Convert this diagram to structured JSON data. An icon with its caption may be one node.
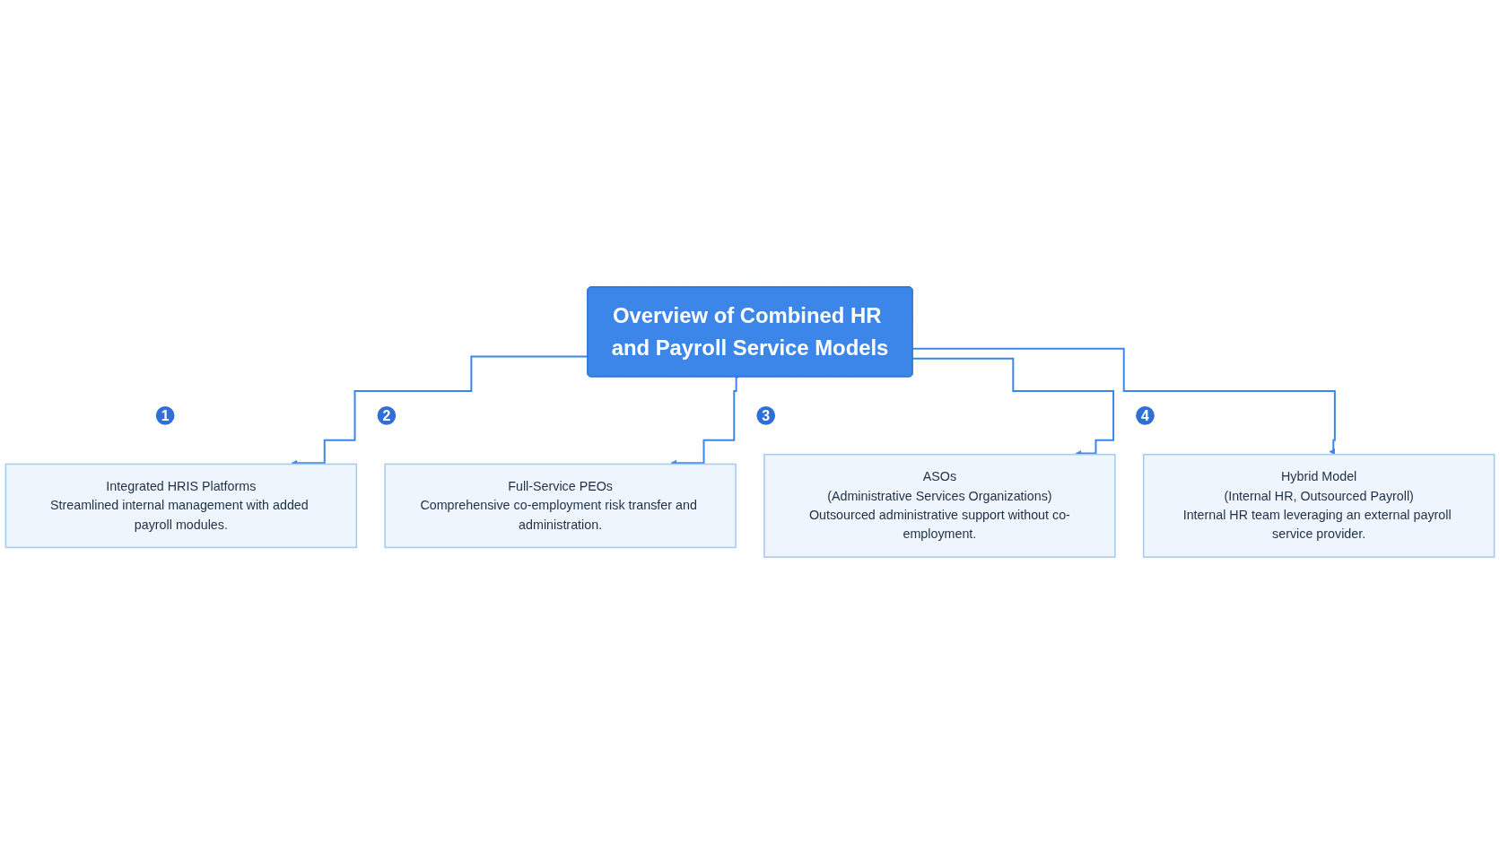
{
  "diagram": {
    "nodes": [
      {
        "text": [
          "Overview of Combined HR and Payroll Service Models"
        ]
      },
      {
        "text": [
          "1"
        ]
      },
      {
        "text": [
          "Integrated HRIS Platforms",
          "Streamlined internal management with added payroll modules."
        ]
      },
      {
        "text": [
          "2"
        ]
      },
      {
        "text": [
          "Full-Service PEOs",
          "Comprehensive co-employment risk transfer and administration."
        ]
      },
      {
        "text": [
          "3"
        ]
      },
      {
        "text": [
          "ASOs",
          "(Administrative Services Organizations)",
          "Outsourced administrative support without co-employment."
        ]
      },
      {
        "text": [
          "4"
        ]
      },
      {
        "text": [
          "Hybrid Model",
          "(Internal HR, Outsourced Payroll)",
          "Internal HR team leveraging an external payroll service provider."
        ]
      }
    ],
    "edges": [
      {
        "from": 0,
        "to": 2,
        "arrow": "to"
      },
      {
        "from": 0,
        "to": 4,
        "arrow": "to"
      },
      {
        "from": 0,
        "to": 6,
        "arrow": "to"
      },
      {
        "from": 0,
        "to": 8,
        "arrow": "to"
      }
    ]
  }
}
